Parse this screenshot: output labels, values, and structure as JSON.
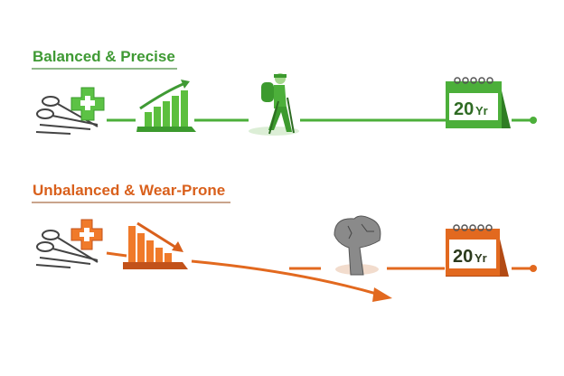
{
  "rows": [
    {
      "title": "Balanced & Precise",
      "calendar": {
        "number": "20",
        "unit": "Yr"
      },
      "color": "#3f9a34"
    },
    {
      "title": "Unbalanced & Wear-Prone",
      "calendar": {
        "number": "20",
        "unit": "Yr"
      },
      "color": "#e2691f"
    }
  ]
}
